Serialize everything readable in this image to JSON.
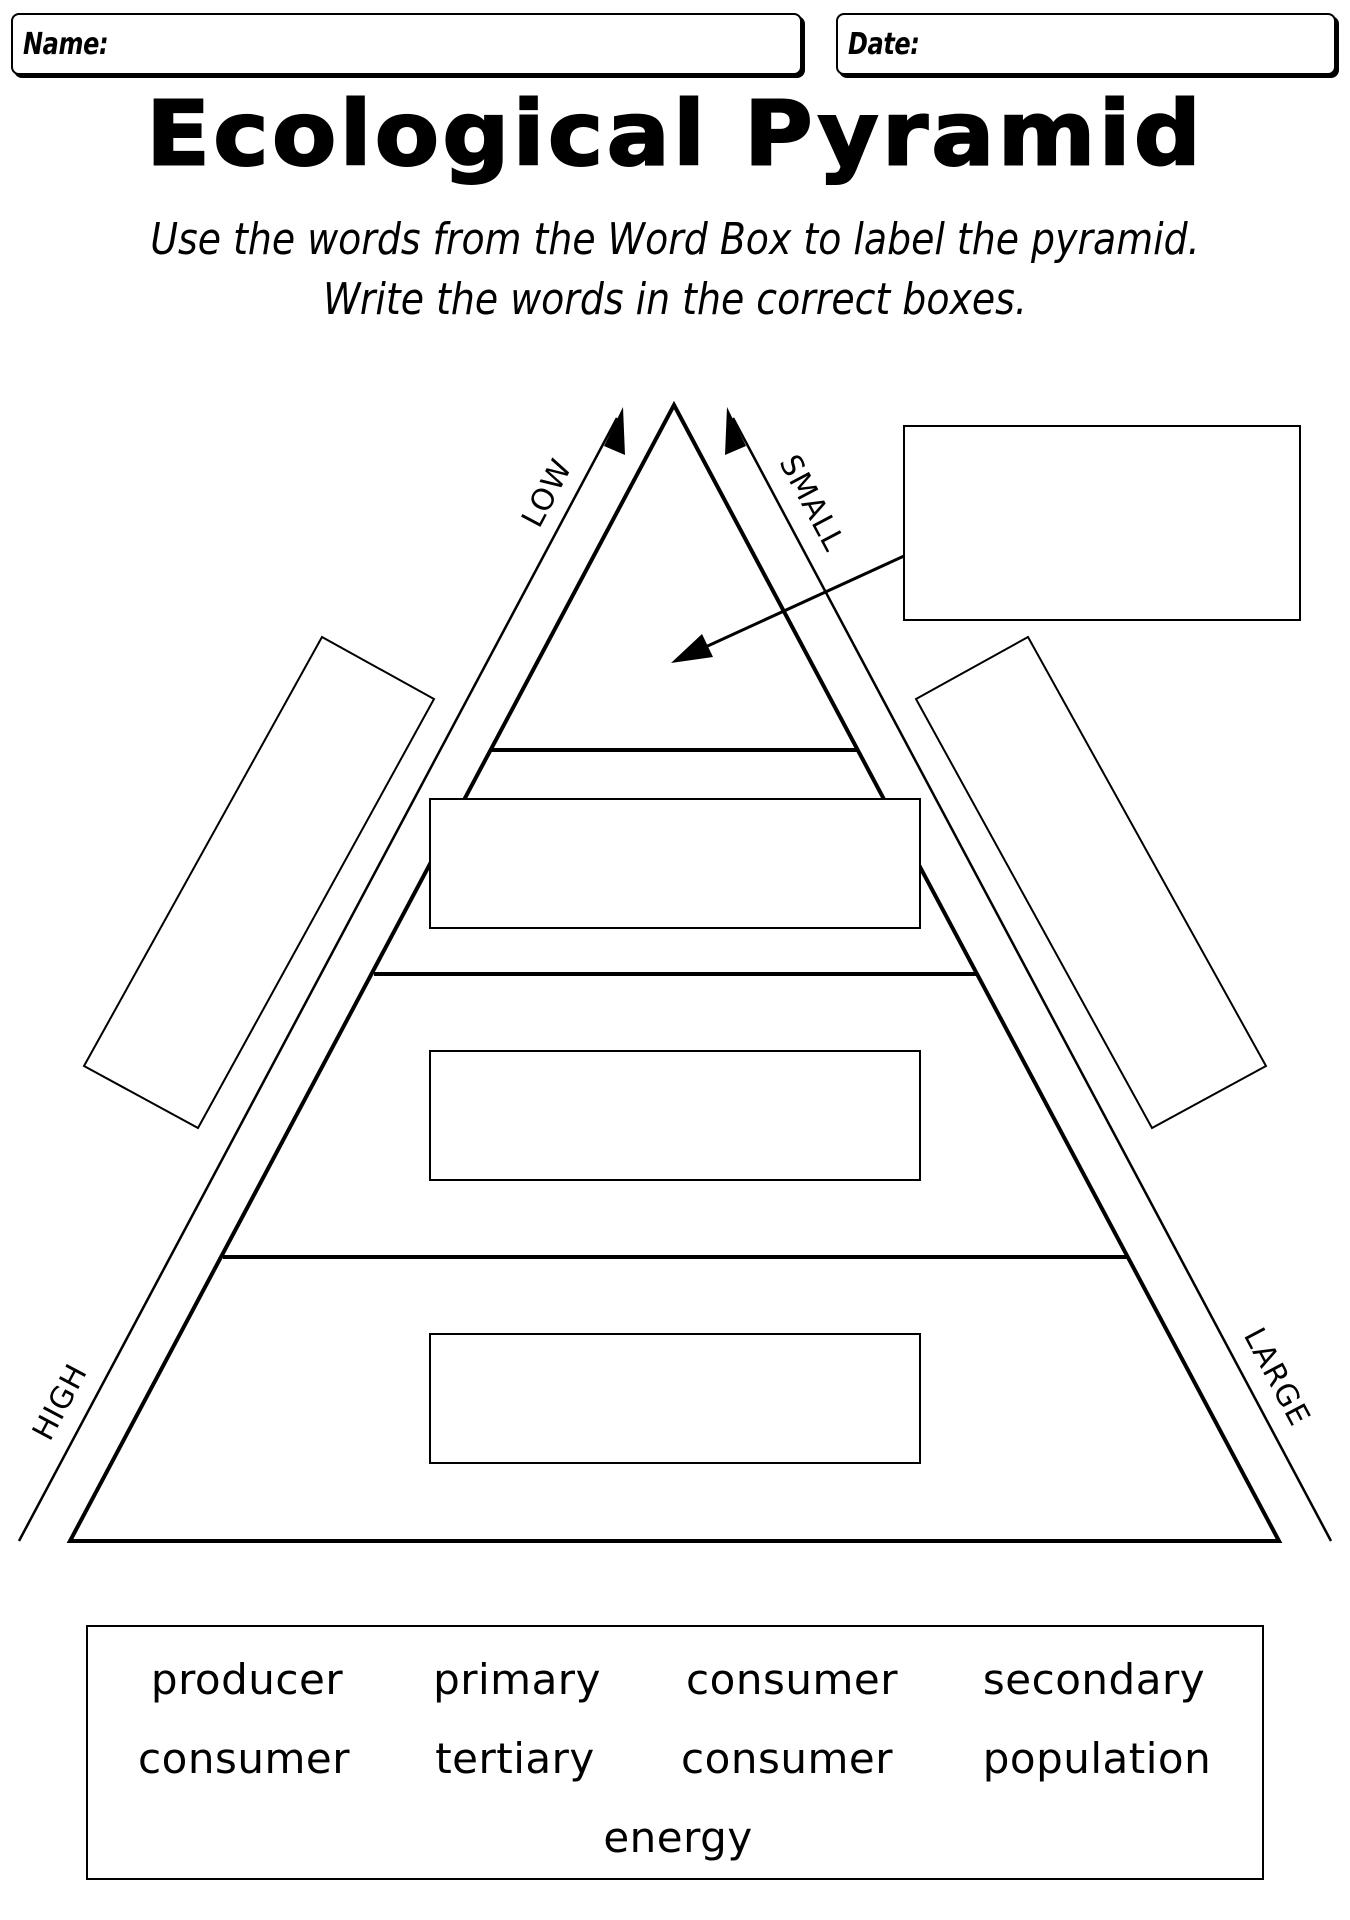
{
  "header": {
    "name_label": "Name:",
    "date_label": "Date:"
  },
  "title": "Ecological Pyramid",
  "instructions": {
    "line1": "Use the words from the Word Box to label the pyramid.",
    "line2": "Write the words in the correct boxes."
  },
  "pyramid": {
    "levels": 4,
    "left_axis": {
      "top_label": "LOW",
      "bottom_label": "HIGH",
      "arrow_direction": "up"
    },
    "right_axis": {
      "top_label": "SMALL",
      "bottom_label": "LARGE",
      "arrow_direction": "up"
    },
    "answer_boxes": [
      {
        "id": "top-level-box",
        "value": ""
      },
      {
        "id": "level-2-box",
        "value": ""
      },
      {
        "id": "level-3-box",
        "value": ""
      },
      {
        "id": "level-4-box",
        "value": ""
      },
      {
        "id": "left-side-box",
        "value": ""
      },
      {
        "id": "right-side-box",
        "value": ""
      }
    ]
  },
  "word_box": {
    "rows": [
      [
        "producer",
        "primary",
        "consumer",
        "secondary"
      ],
      [
        "consumer",
        "tertiary",
        "consumer",
        "population"
      ],
      [
        "energy"
      ]
    ]
  },
  "colors": {
    "ink": "#000000",
    "paper": "#ffffff"
  }
}
